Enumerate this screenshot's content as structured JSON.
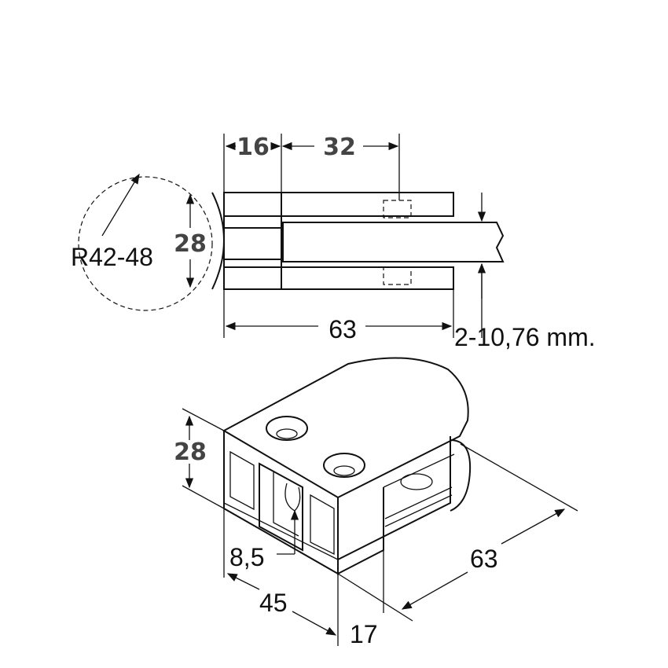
{
  "top_view": {
    "dim_16": "16",
    "dim_32": "32",
    "radius": "R42-48",
    "dim_28": "28",
    "dim_63": "63",
    "glass_thickness": "2-10,76 mm."
  },
  "iso_view": {
    "dim_28": "28",
    "dim_8_5": "8,5",
    "dim_45": "45",
    "dim_17": "17",
    "dim_63": "63"
  }
}
